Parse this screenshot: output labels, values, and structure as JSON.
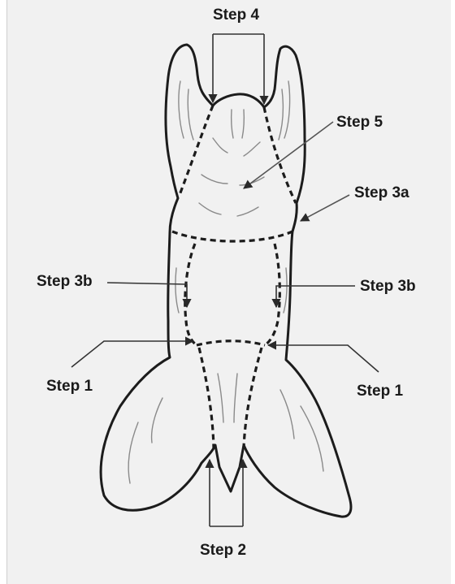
{
  "labels": {
    "step4": "Step 4",
    "step5": "Step 5",
    "step3a": "Step 3a",
    "step3b_left": "Step 3b",
    "step3b_right": "Step 3b",
    "step1_left": "Step 1",
    "step1_right": "Step 1",
    "step2": "Step 2"
  },
  "colors": {
    "paper": "#f1f1f1",
    "ink": "#1c1c1c",
    "shading": "#8a8a8a"
  }
}
